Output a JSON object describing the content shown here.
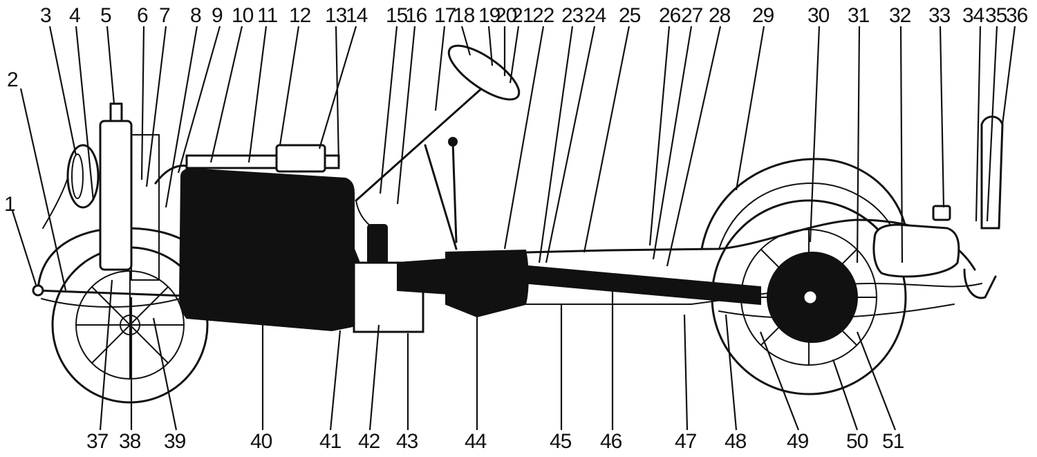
{
  "figure": {
    "top_labels": [
      "1",
      "2",
      "3",
      "4",
      "5",
      "6",
      "7",
      "8",
      "9",
      "10",
      "11",
      "12",
      "13",
      "14",
      "15",
      "16",
      "17",
      "18",
      "19",
      "20",
      "21",
      "22",
      "23",
      "24",
      "25",
      "26",
      "27",
      "28",
      "29",
      "30",
      "31",
      "32",
      "33",
      "34",
      "35",
      "36"
    ],
    "bottom_labels": [
      "37",
      "38",
      "39",
      "40",
      "41",
      "42",
      "43",
      "44",
      "45",
      "46",
      "47",
      "48",
      "49",
      "50",
      "51"
    ]
  }
}
